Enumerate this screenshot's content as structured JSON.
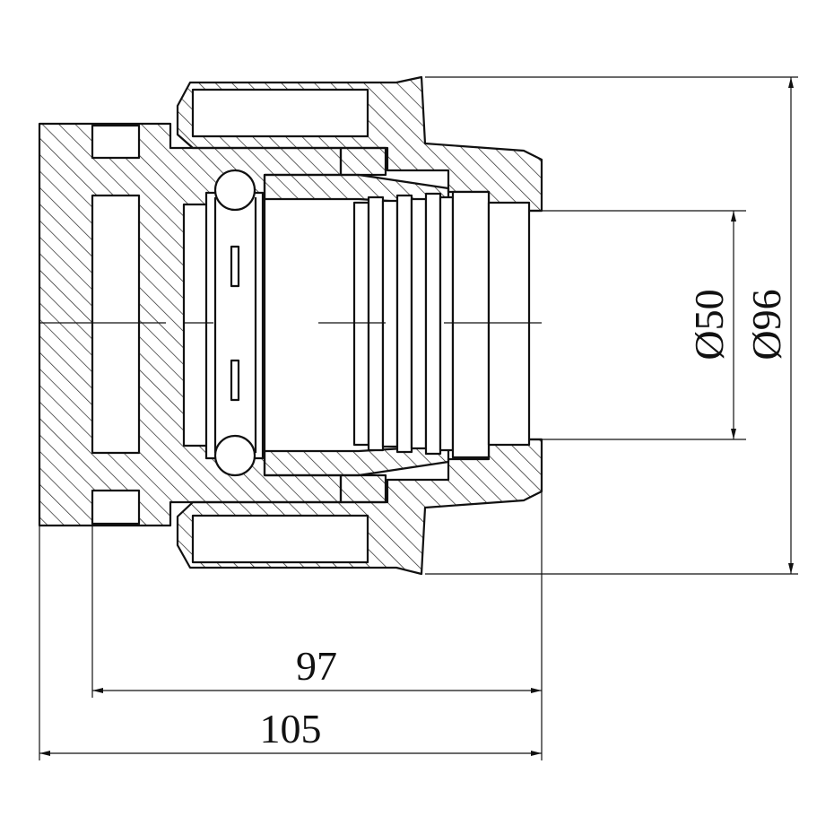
{
  "drawing": {
    "dimensions": {
      "inner_length": "97",
      "overall_length": "105",
      "bore_diameter": "Ø50",
      "outer_diameter": "Ø96"
    }
  }
}
